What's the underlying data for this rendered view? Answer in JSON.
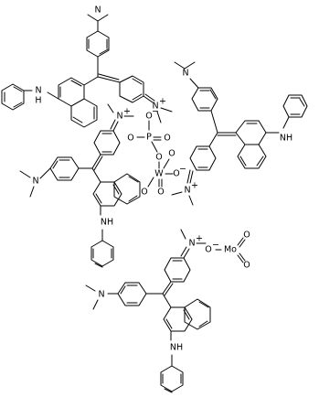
{
  "labels": {
    "n": "N",
    "nh": "NH",
    "h": "H",
    "n_plus": "N",
    "plus": "+",
    "o_minus_1": "O",
    "o_minus_2": "O",
    "o_minus_3": "O",
    "o_minus_4": "O",
    "minus": "−",
    "o": "O",
    "p": "P",
    "w": "W",
    "mo": "Mo"
  }
}
